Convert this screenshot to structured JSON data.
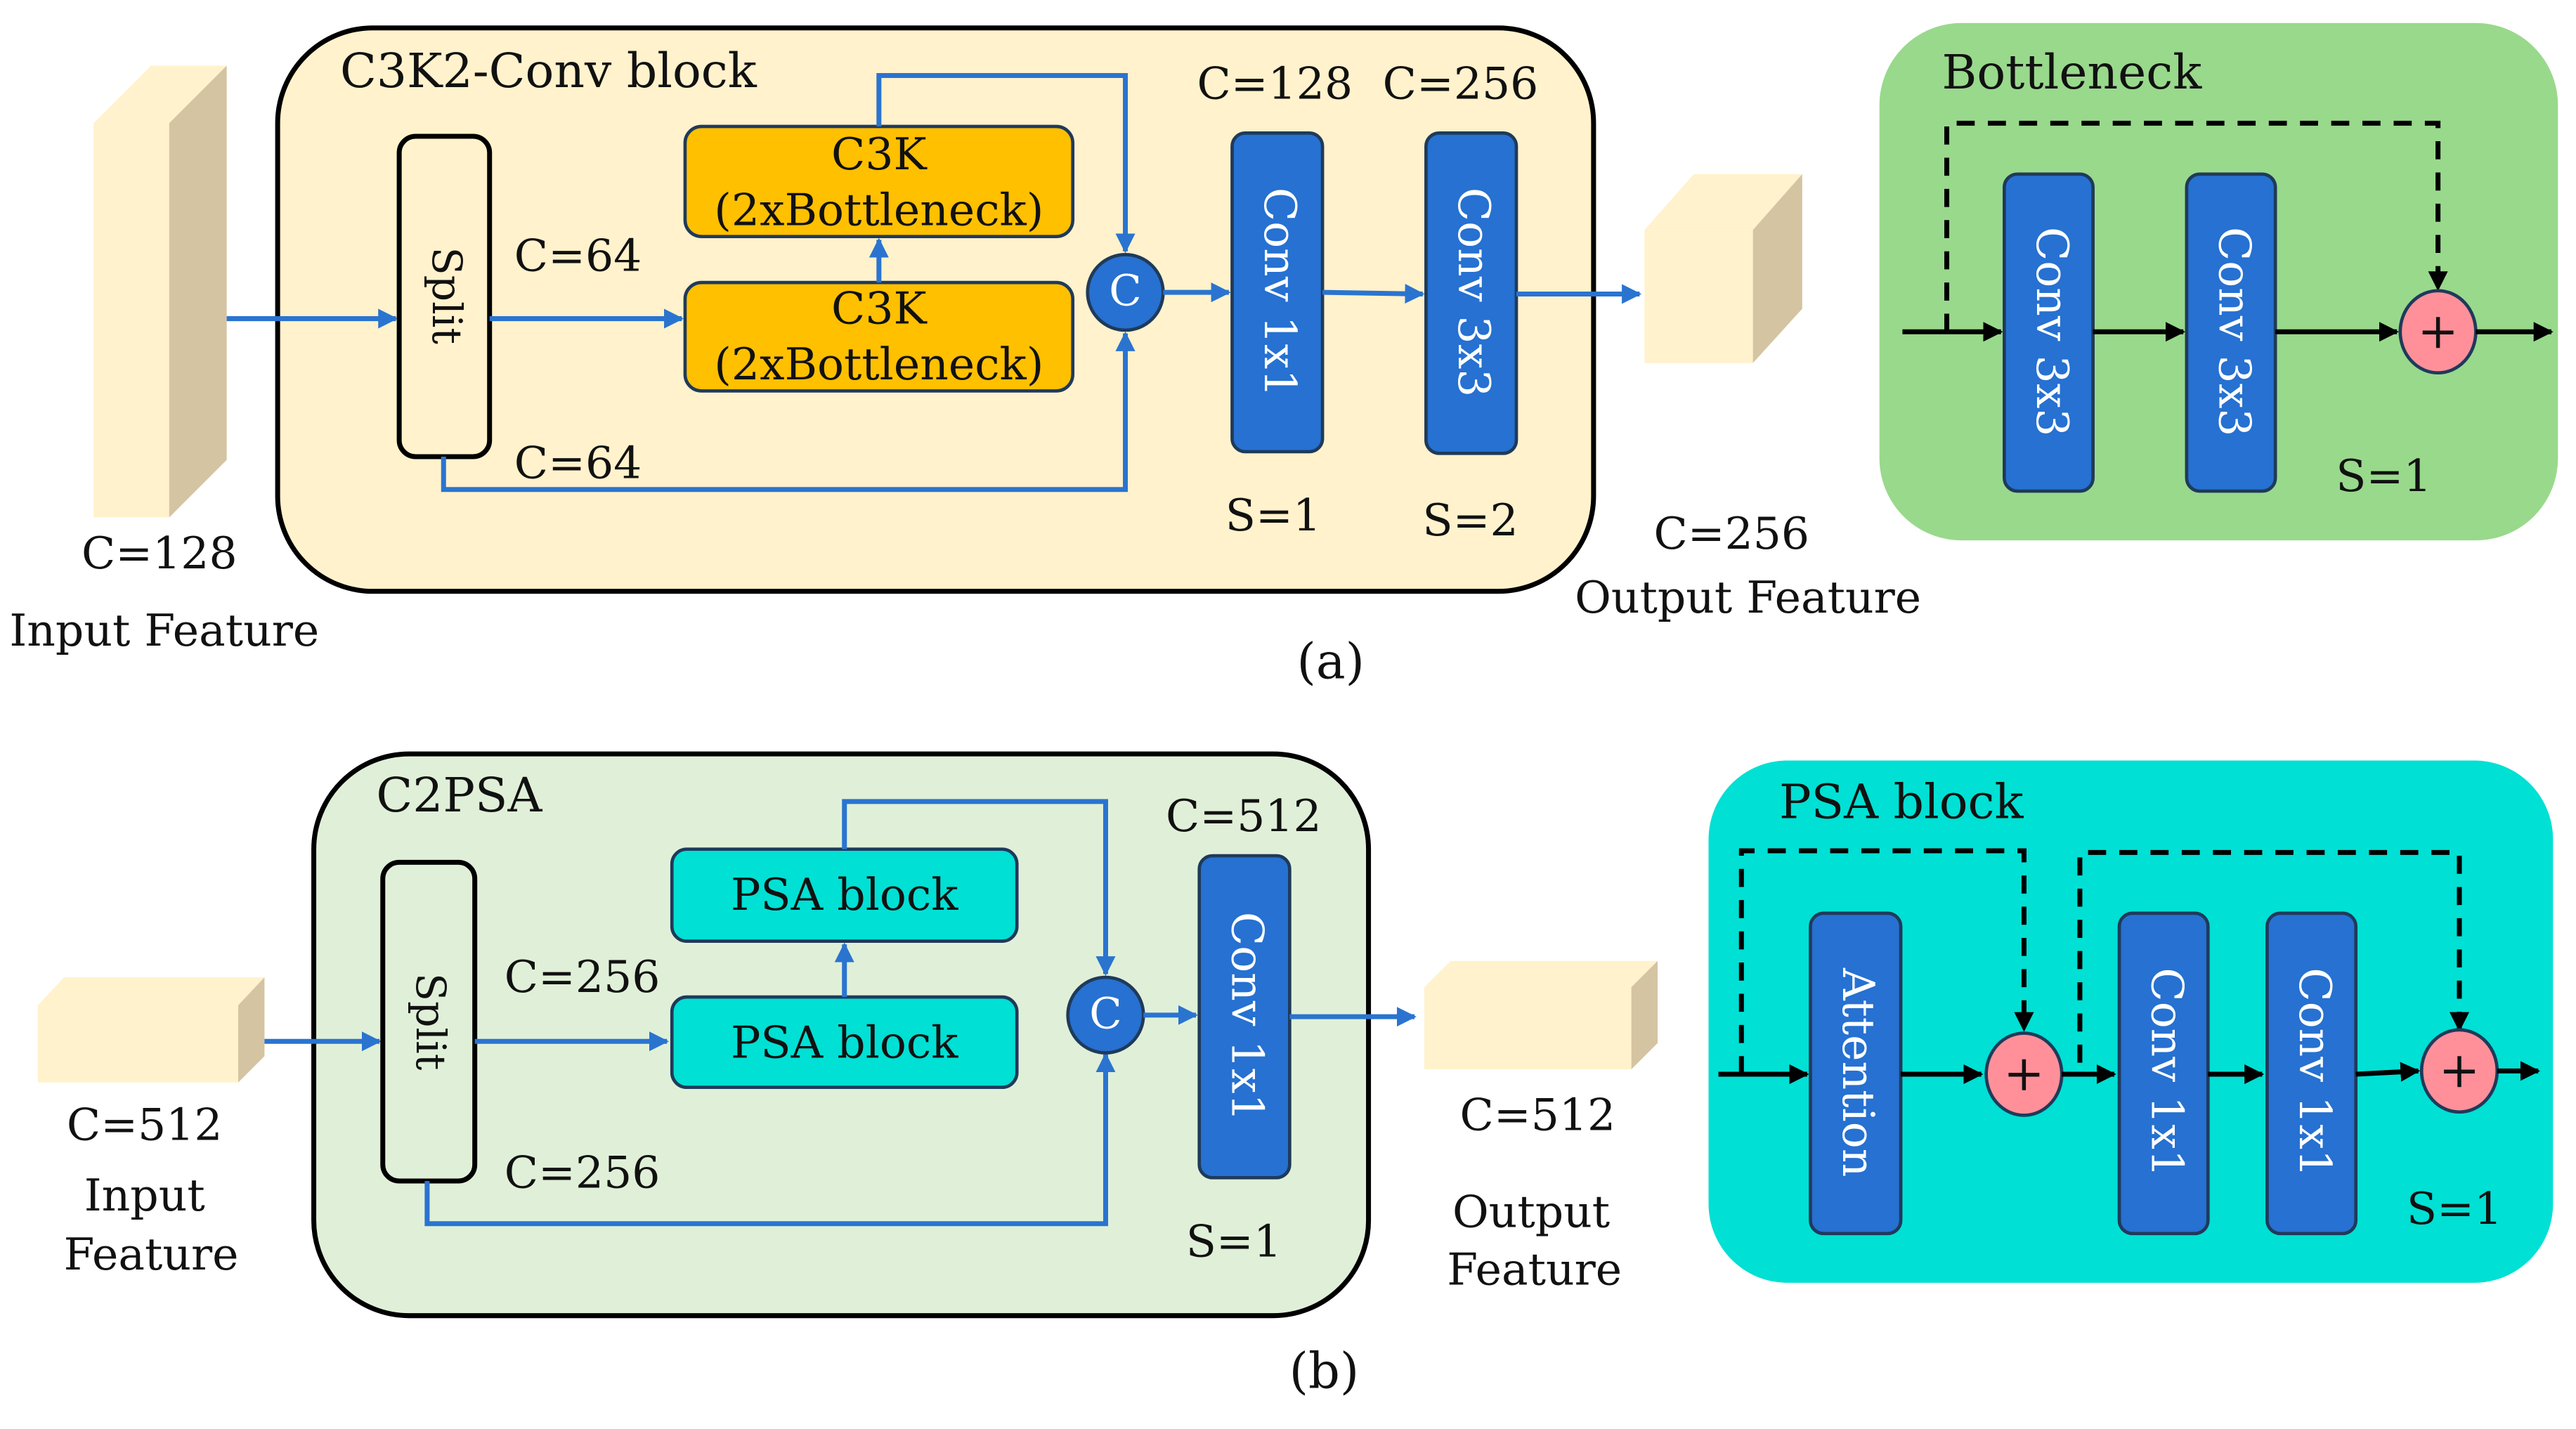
{
  "colors": {
    "c3k2_bg": "#fff2cc",
    "c2psa_bg": "#e0f0d8",
    "bottleneck_bg": "#99d98c",
    "psa_bg": "#00e0d4",
    "c3k_box": "#ffc000",
    "psa_box": "#00e0d4",
    "conv_box": "#2671d1",
    "concat_circle": "#2671d1",
    "add_circle": "#ff909a",
    "feature_front": "#fff2cc",
    "feature_side": "#d5c4a2",
    "flow_blue": "#2a74d0"
  },
  "panel_a": {
    "caption": "(a)",
    "input": {
      "channels": "C=128",
      "label": "Input Feature"
    },
    "block": {
      "title": "C3K2-Conv block",
      "split": "Split",
      "branch_top_channels": "C=64",
      "branch_bottom_channels": "C=64",
      "c3k_boxes": [
        {
          "line1": "C3K",
          "line2": "(2xBottleneck)"
        },
        {
          "line1": "C3K",
          "line2": "(2xBottleneck)"
        }
      ],
      "concat": "C",
      "convs": [
        {
          "label": "Conv 1x1",
          "channels": "C=128",
          "stride": "S=1"
        },
        {
          "label": "Conv 3x3",
          "channels": "C=256",
          "stride": "S=2"
        }
      ]
    },
    "output": {
      "channels": "C=256",
      "label": "Output Feature"
    },
    "bottleneck": {
      "title": "Bottleneck",
      "convs": [
        "Conv 3x3",
        "Conv 3x3"
      ],
      "add": "+",
      "stride": "S=1"
    }
  },
  "panel_b": {
    "caption": "(b)",
    "input": {
      "channels": "C=512",
      "label_line1": "Input",
      "label_line2": "Feature"
    },
    "block": {
      "title": "C2PSA",
      "split": "Split",
      "branch_top_channels": "C=256",
      "branch_bottom_channels": "C=256",
      "psa_boxes": [
        "PSA block",
        "PSA block"
      ],
      "concat": "C",
      "conv": {
        "label": "Conv 1x1",
        "channels": "C=512",
        "stride": "S=1"
      }
    },
    "output": {
      "channels": "C=512",
      "label_line1": "Output",
      "label_line2": "Feature"
    },
    "psa_block": {
      "title": "PSA block",
      "attention": "Attention",
      "convs": [
        "Conv 1x1",
        "Conv 1x1"
      ],
      "add": "+",
      "stride": "S=1"
    }
  }
}
